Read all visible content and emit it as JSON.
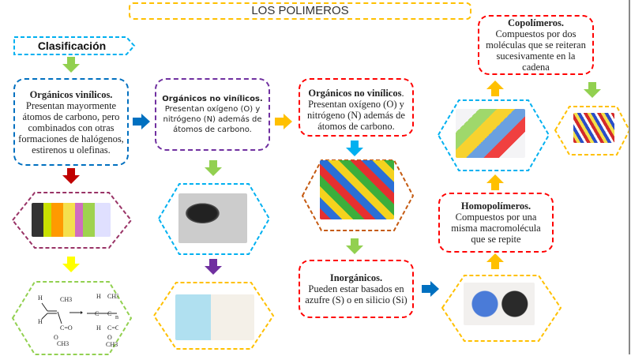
{
  "title": "LOS POLIMEROS",
  "classification_label": "Clasificación",
  "boxes": {
    "organicos_vinilicos": {
      "heading": "Orgánicos vinílicos.",
      "body": "Presentan mayormente átomos de carbono, pero combinados con otras formaciones de halógenos, estirenos u olefinas."
    },
    "organicos_no_vinilicos_1": {
      "heading": "Orgánicos no vinílicos.",
      "body": "Presentan oxígeno (O) y nitrógeno (N) además de átomos de carbono."
    },
    "organicos_no_vinilicos_2": {
      "heading": "Orgánicos no vinílicos",
      "body": ". Presentan oxígeno (O) y nitrógeno (N) además de átomos de carbono."
    },
    "inorganicos": {
      "heading": "Inorgánicos.",
      "body": "Pueden estar basados en azufre (S) o en silicio (Si)"
    },
    "homopolimeros": {
      "heading": "Homopolímeros.",
      "body": "Compuestos por una misma macromolécula que se repite"
    },
    "copolimeros": {
      "heading": "Copolímeros.",
      "body": "Compuestos por dos moléculas que se reiteran sucesivamente en la cadena"
    }
  },
  "formula": {
    "h": "H",
    "ch3": "CH3",
    "co": "C=O",
    "o": "O",
    "c": "C",
    "n": "n"
  },
  "colors": {
    "blue": "#0070c0",
    "green": "#92d050",
    "orange": "#ffc000",
    "red": "#ff0000",
    "purple": "#7030a0",
    "cyan": "#00b0f0",
    "darkred": "#c00000",
    "yellow": "#ffff00",
    "brown": "#c55a11",
    "magenta": "#993366"
  }
}
